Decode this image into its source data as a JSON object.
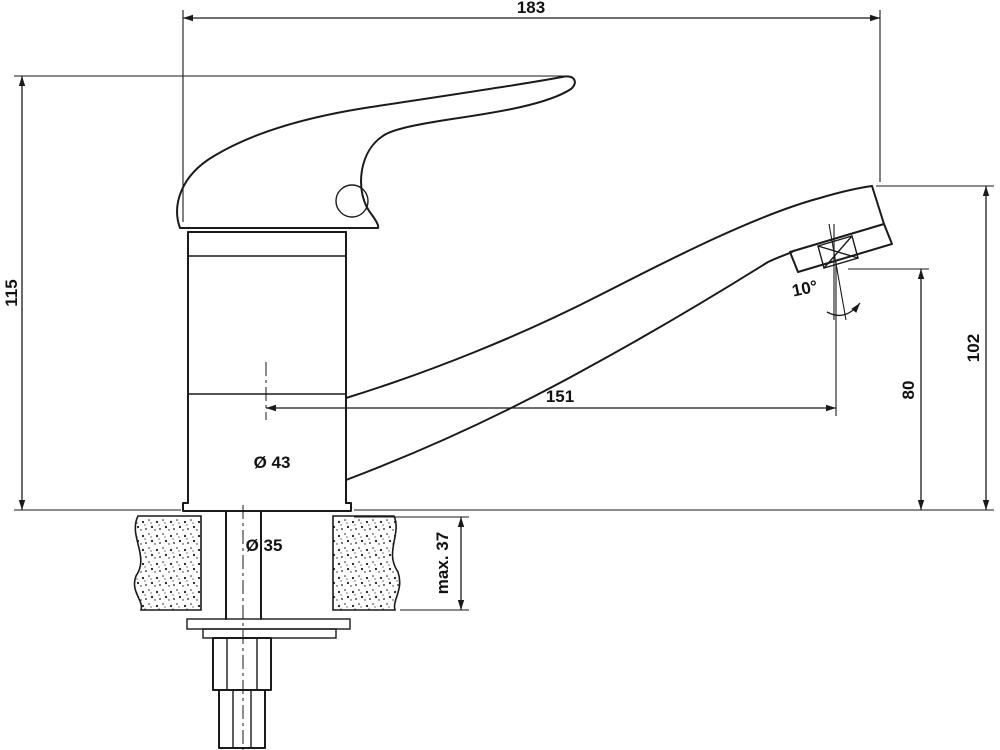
{
  "drawing": {
    "type": "technical dimensional drawing",
    "subject": "single-lever sink mixer tap, side elevation with mounting cross-section",
    "style": {
      "line_color": "#1a1a1a",
      "background": "#ffffff"
    },
    "dimensions": {
      "overall_width": "183",
      "overall_height": "115",
      "spout_reach": "151",
      "spout_height_outer": "102",
      "spout_height_inner": "80",
      "body_diameter": "Ø 43",
      "hole_diameter": "Ø 35",
      "max_mounting_thickness": "max. 37",
      "aerator_angle": "10°"
    }
  }
}
